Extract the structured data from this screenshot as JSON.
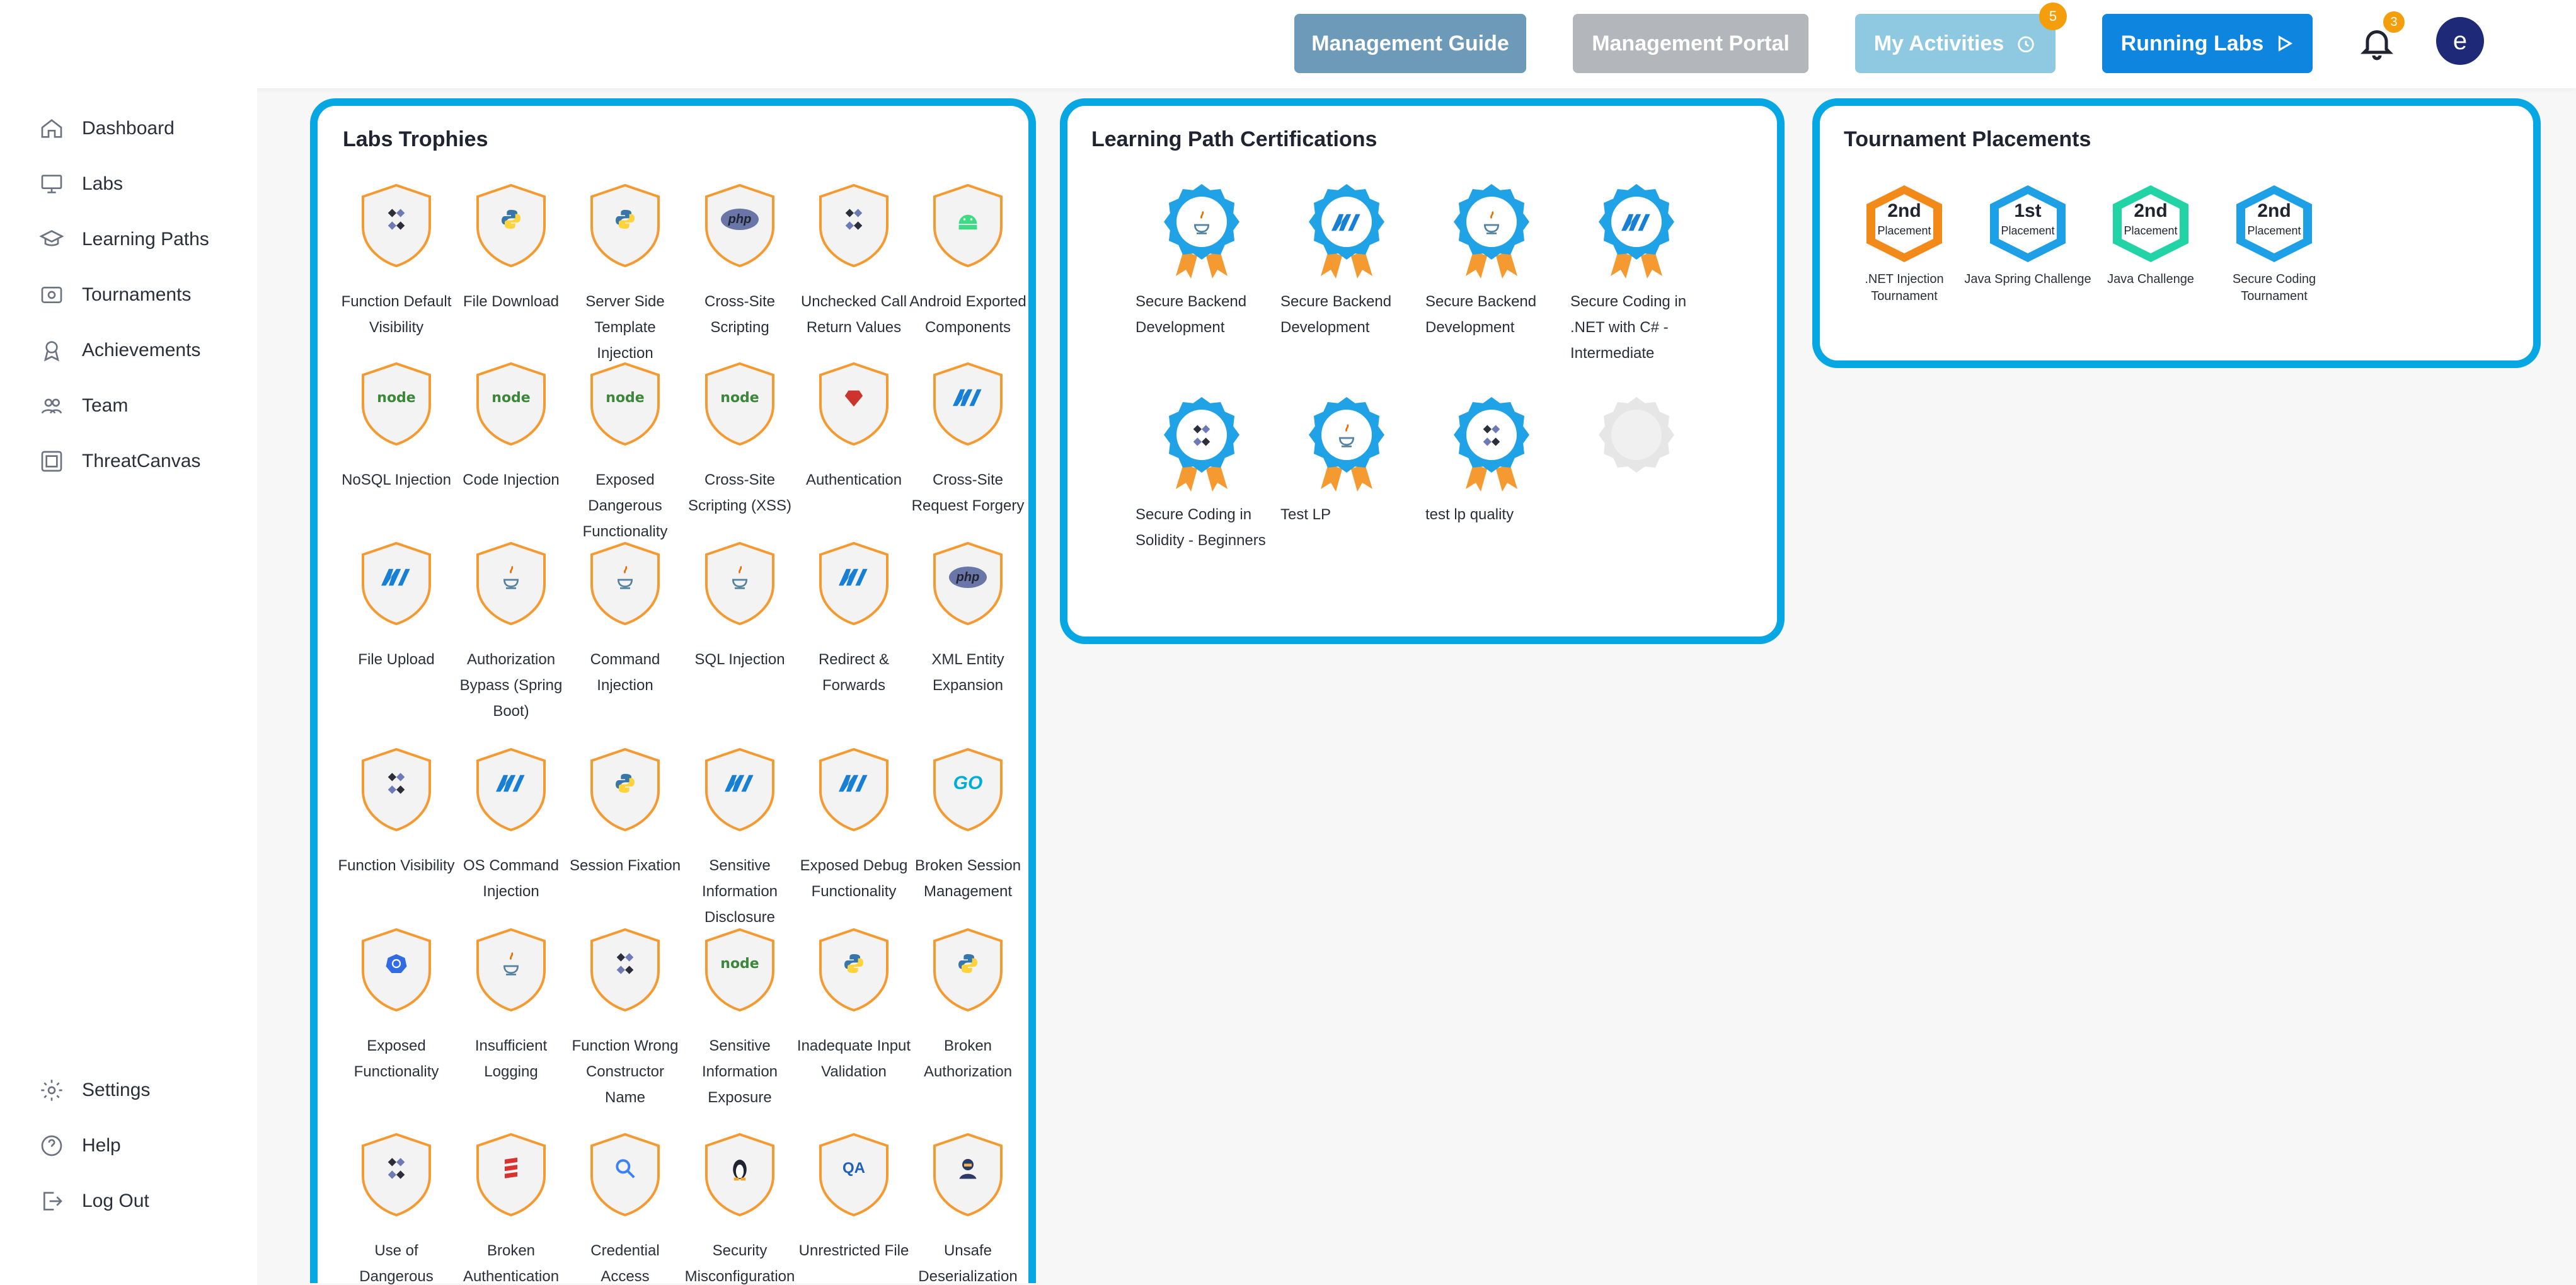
{
  "header": {
    "buttons": [
      {
        "label": "Management Guide",
        "color": "#6c9ab8"
      },
      {
        "label": "Management Portal",
        "color": "#b3b6ba"
      },
      {
        "label": "My Activities",
        "color": "#8ec9e1",
        "badge": "5",
        "icon": "timer-icon"
      },
      {
        "label": "Running Labs",
        "color": "#0e86e0",
        "icon": "play-icon"
      }
    ],
    "notification_count": "3",
    "avatar_initial": "e"
  },
  "sidebar": {
    "items": [
      {
        "label": "Dashboard",
        "icon": "home-icon"
      },
      {
        "label": "Labs",
        "icon": "monitor-icon"
      },
      {
        "label": "Learning Paths",
        "icon": "graduation-cap-icon"
      },
      {
        "label": "Tournaments",
        "icon": "tournament-icon"
      },
      {
        "label": "Achievements",
        "icon": "award-icon"
      },
      {
        "label": "Team",
        "icon": "team-icon"
      },
      {
        "label": "ThreatCanvas",
        "icon": "canvas-icon"
      }
    ],
    "bottom_items": [
      {
        "label": "Settings",
        "icon": "gear-icon"
      },
      {
        "label": "Help",
        "icon": "help-icon"
      },
      {
        "label": "Log Out",
        "icon": "logout-icon"
      }
    ]
  },
  "labs_trophies": {
    "title": "Labs Trophies",
    "items": [
      {
        "label": "Function Default Visibility",
        "logo": "solidity"
      },
      {
        "label": "File Download",
        "logo": "python"
      },
      {
        "label": "Server Side Template Injection",
        "logo": "python"
      },
      {
        "label": "Cross-Site Scripting",
        "logo": "php"
      },
      {
        "label": "Unchecked Call Return Values",
        "logo": "solidity"
      },
      {
        "label": "Android Exported Components",
        "logo": "android"
      },
      {
        "label": "NoSQL Injection",
        "logo": "node"
      },
      {
        "label": "Code Injection",
        "logo": "node"
      },
      {
        "label": "Exposed Dangerous Functionality",
        "logo": "node"
      },
      {
        "label": "Cross-Site Scripting (XSS)",
        "logo": "node"
      },
      {
        "label": "Authentication",
        "logo": "ruby"
      },
      {
        "label": "Cross-Site Request Forgery",
        "logo": "dotnet"
      },
      {
        "label": "File Upload",
        "logo": "dotnet"
      },
      {
        "label": "Authorization Bypass (Spring Boot)",
        "logo": "java"
      },
      {
        "label": "Command Injection",
        "logo": "java"
      },
      {
        "label": "SQL Injection",
        "logo": "java"
      },
      {
        "label": "Redirect & Forwards",
        "logo": "dotnet"
      },
      {
        "label": "XML Entity Expansion",
        "logo": "php"
      },
      {
        "label": "Function Visibility",
        "logo": "solidity"
      },
      {
        "label": "OS Command Injection",
        "logo": "dotnet"
      },
      {
        "label": "Session Fixation",
        "logo": "python"
      },
      {
        "label": "Sensitive Information Disclosure",
        "logo": "dotnet"
      },
      {
        "label": "Exposed Debug Functionality",
        "logo": "dotnet"
      },
      {
        "label": "Broken Session Management",
        "logo": "go"
      },
      {
        "label": "Exposed Functionality",
        "logo": "kubernetes"
      },
      {
        "label": "Insufficient Logging",
        "logo": "java"
      },
      {
        "label": "Function Wrong Constructor Name",
        "logo": "solidity"
      },
      {
        "label": "Sensitive Information Exposure",
        "logo": "node"
      },
      {
        "label": "Inadequate Input Validation",
        "logo": "python"
      },
      {
        "label": "Broken Authorization",
        "logo": "python"
      },
      {
        "label": "Use of Dangerous",
        "logo": "solidity"
      },
      {
        "label": "Broken Authentication",
        "logo": "scala"
      },
      {
        "label": "Credential Access",
        "logo": "search"
      },
      {
        "label": "Security Misconfiguration",
        "logo": "linux"
      },
      {
        "label": "Unrestricted File",
        "logo": "qa"
      },
      {
        "label": "Unsafe Deserialization",
        "logo": "hacker"
      }
    ]
  },
  "learning_paths": {
    "title": "Learning Path Certifications",
    "items": [
      {
        "label": "Secure Backend Development",
        "logo": "java"
      },
      {
        "label": "Secure Backend Development",
        "logo": "dotnet"
      },
      {
        "label": "Secure Backend Development",
        "logo": "java"
      },
      {
        "label": "Secure Coding in .NET with C# - Intermediate",
        "logo": "dotnet"
      },
      {
        "label": "Secure Coding in Solidity - Beginners",
        "logo": "solidity"
      },
      {
        "label": "Test LP",
        "logo": "java"
      },
      {
        "label": "test lp quality",
        "logo": "solidity"
      },
      {
        "label": "",
        "logo": "locked"
      }
    ]
  },
  "tournaments": {
    "title": "Tournament Placements",
    "items": [
      {
        "rank": "2nd",
        "placement": "Placement",
        "label": ".NET Injection Tournament",
        "color": "#f28a1a"
      },
      {
        "rank": "1st",
        "placement": "Placement",
        "label": "Java Spring Challenge",
        "color": "#1ea0e6"
      },
      {
        "rank": "2nd",
        "placement": "Placement",
        "label": "Java Challenge",
        "color": "#22d3a6"
      },
      {
        "rank": "2nd",
        "placement": "Placement",
        "label": "Secure Coding Tournament",
        "color": "#1ea0e6"
      }
    ]
  }
}
